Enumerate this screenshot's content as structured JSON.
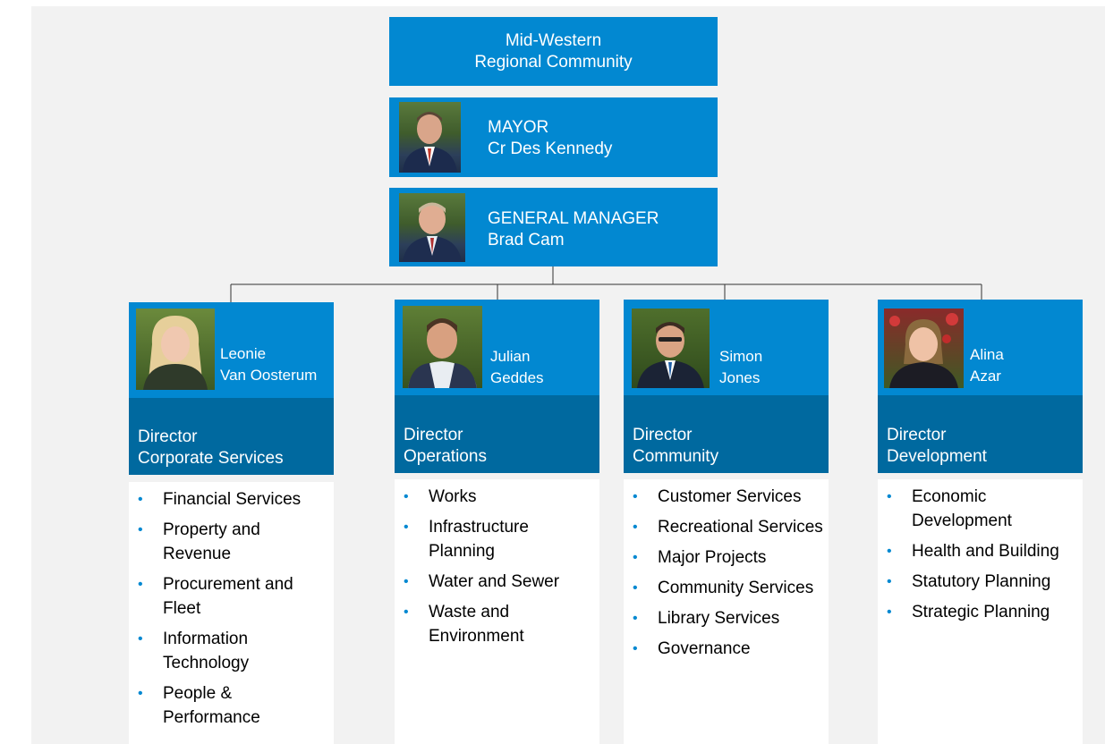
{
  "organisation": {
    "line1": "Mid-Western",
    "line2": "Regional Community"
  },
  "mayor": {
    "role": "MAYOR",
    "name": "Cr Des Kennedy"
  },
  "general_manager": {
    "role": "GENERAL MANAGER",
    "name": "Brad Cam"
  },
  "departments": [
    {
      "first_name": "Leonie",
      "last_name": "Van Oosterum",
      "title_line1": "Director",
      "title_line2": "Corporate Services",
      "items": [
        "Financial Services",
        "Property and Revenue",
        "Procurement and Fleet",
        "Information Technology",
        "People & Performance"
      ]
    },
    {
      "first_name": "Julian",
      "last_name": "Geddes",
      "title_line1": "Director",
      "title_line2": "Operations",
      "items": [
        "Works",
        "Infrastructure Planning",
        "Water and Sewer",
        "Waste and Environment"
      ]
    },
    {
      "first_name": "Simon",
      "last_name": "Jones",
      "title_line1": "Director",
      "title_line2": "Community",
      "items": [
        "Customer Services",
        "Recreational Services",
        "Major Projects",
        "Community Services",
        "Library Services",
        "Governance"
      ]
    },
    {
      "first_name": "Alina",
      "last_name": "Azar",
      "title_line1": "Director",
      "title_line2": "Development",
      "items": [
        "Economic Development",
        "Health and Building",
        "Statutory Planning",
        "Strategic Planning"
      ]
    }
  ],
  "colors": {
    "box": "#0288d1",
    "title_box": "#00699f",
    "background": "#f2f2f2",
    "bullet": "#0288d1"
  },
  "icons": {
    "portrait": "person-photo-icon",
    "bullet": "bullet-icon"
  }
}
